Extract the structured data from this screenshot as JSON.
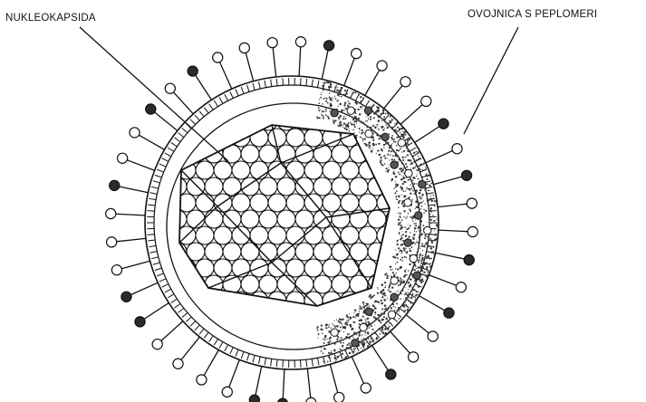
{
  "labels": {
    "nucleocapsid": "NUKLEOKAPSIDA",
    "envelope": "OVOJNICA S PEPLOMERI"
  },
  "colors": {
    "ink": "#111111",
    "paper": "#ffffff",
    "stipple": "#3a3a3a"
  },
  "icons": {
    "virion": "enveloped-virus-illustration",
    "peplomer": "knob-on-stalk"
  }
}
